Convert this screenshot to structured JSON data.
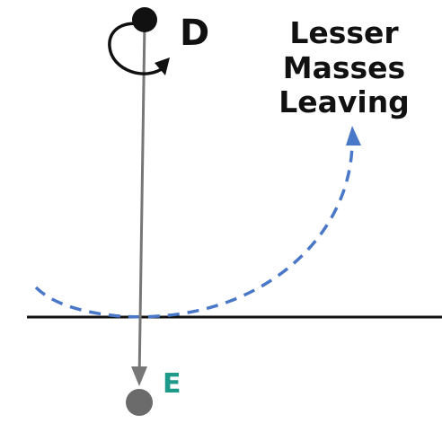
{
  "labels": {
    "top_point": "D",
    "bottom_point": "E",
    "caption_lines": [
      "Lesser",
      "Masses",
      "Leaving"
    ]
  },
  "icons": {
    "rotation": "clockwise-rotation-arrow-icon"
  },
  "colors": {
    "line": "#111111",
    "vector": "#777777",
    "point_d": "#111111",
    "point_e": "#6b6b6b",
    "label_e": "#1e9a8a",
    "trajectory": "#4a78c8"
  }
}
